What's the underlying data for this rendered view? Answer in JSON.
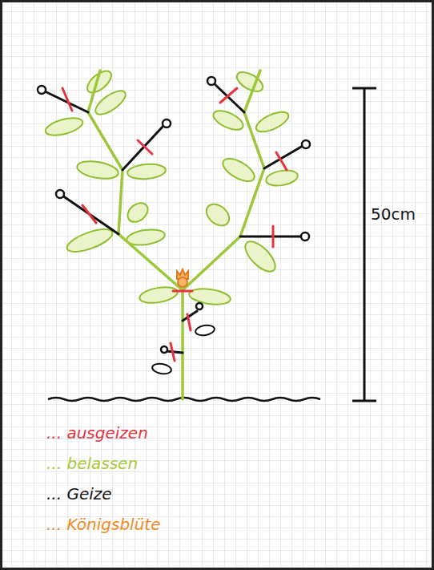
{
  "diagram": {
    "labels": [
      "50cm"
    ],
    "legend": [
      {
        "text": "... ausgeizen",
        "color": "#e8323c"
      },
      {
        "text": "... belassen",
        "color": "#a6c93a"
      },
      {
        "text": "... Geize",
        "color": "#111111"
      },
      {
        "text": "... Königsblüte",
        "color": "#f08a24"
      }
    ]
  }
}
